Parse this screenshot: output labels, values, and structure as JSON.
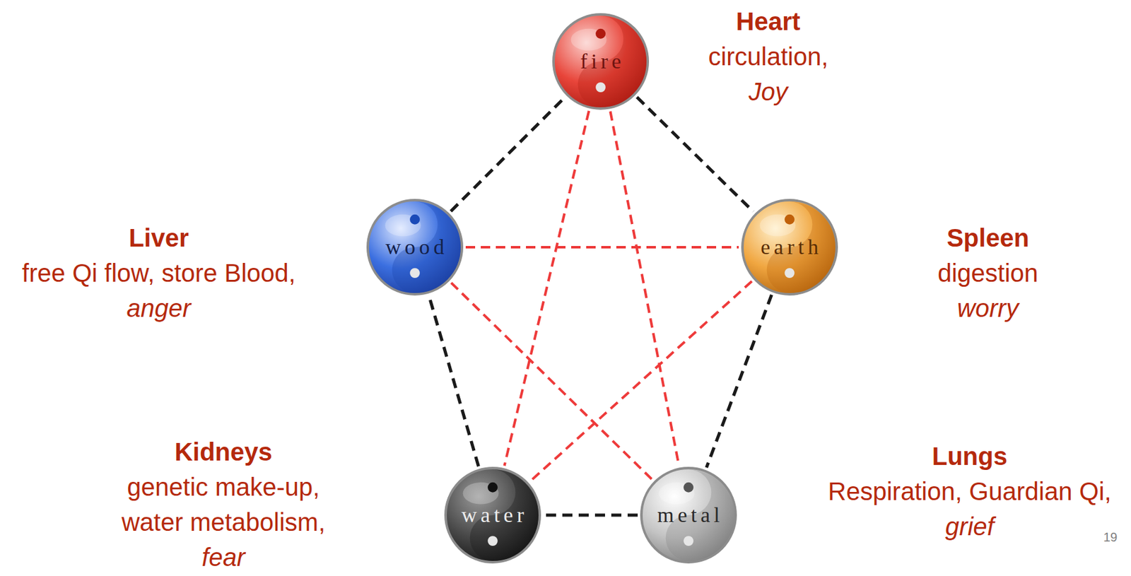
{
  "diagram": {
    "nodes": [
      {
        "text": [
          "fire"
        ]
      },
      {
        "text": [
          "wood"
        ]
      },
      {
        "text": [
          "earth"
        ]
      },
      {
        "text": [
          "water"
        ]
      },
      {
        "text": [
          "metal"
        ]
      }
    ],
    "edges": [
      {
        "from": 0,
        "to": 2,
        "arrow": "none"
      },
      {
        "from": 2,
        "to": 4,
        "arrow": "none"
      },
      {
        "from": 4,
        "to": 3,
        "arrow": "none"
      },
      {
        "from": 3,
        "to": 1,
        "arrow": "none"
      },
      {
        "from": 1,
        "to": 0,
        "arrow": "none"
      },
      {
        "from": 0,
        "to": 4,
        "arrow": "none"
      },
      {
        "from": 0,
        "to": 3,
        "arrow": "none"
      },
      {
        "from": 1,
        "to": 2,
        "arrow": "none"
      },
      {
        "from": 1,
        "to": 4,
        "arrow": "none"
      },
      {
        "from": 2,
        "to": 3,
        "arrow": "none"
      }
    ],
    "labels": [
      "Heart",
      "circulation,",
      "Joy",
      "Liver",
      "free Qi flow, store Blood,",
      "anger",
      "Spleen",
      "digestion",
      "worry",
      "Kidneys",
      "genetic make-up,",
      "water metabolism,",
      "fear",
      "Lungs",
      "Respiration, Guardian Qi,",
      "grief",
      "19"
    ]
  }
}
